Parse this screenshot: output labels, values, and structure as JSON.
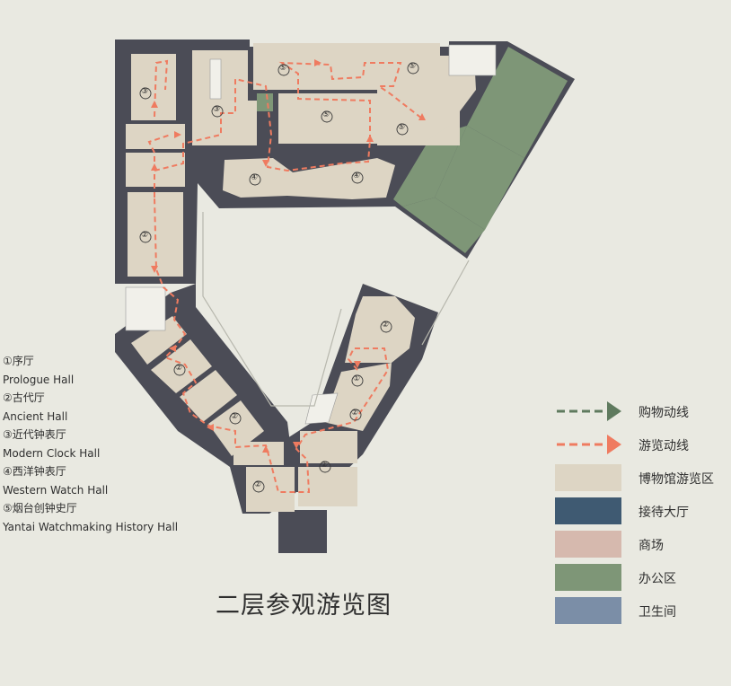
{
  "title": "二层参观游览图",
  "halls": [
    {
      "num": "①",
      "name_cn": "①序厅",
      "name_en": "Prologue Hall"
    },
    {
      "num": "②",
      "name_cn": "②古代厅",
      "name_en": "Ancient Hall"
    },
    {
      "num": "③",
      "name_cn": "③近代钟表厅",
      "name_en": "Modern Clock Hall"
    },
    {
      "num": "④",
      "name_cn": "④西洋钟表厅",
      "name_en": "Western Watch Hall"
    },
    {
      "num": "⑤",
      "name_cn": "⑤烟台创钟史厅",
      "name_en": "Yantai Watchmaking History Hall"
    }
  ],
  "legend": [
    {
      "label": "购物动线",
      "kind": "arrow",
      "color": "#5f7a5e"
    },
    {
      "label": "游览动线",
      "kind": "arrow",
      "color": "#ef7b60"
    },
    {
      "label": "博物馆游览区",
      "kind": "swatch",
      "color": "#ddd5c4"
    },
    {
      "label": "接待大厅",
      "kind": "swatch",
      "color": "#3f5a72"
    },
    {
      "label": "商场",
      "kind": "swatch",
      "color": "#d6b9ae"
    },
    {
      "label": "办公区",
      "kind": "swatch",
      "color": "#7e9677"
    },
    {
      "label": "卫生间",
      "kind": "swatch",
      "color": "#7b8ea7"
    }
  ],
  "colors": {
    "wall": "#4b4c56",
    "museum": "#ddd5c4",
    "office": "#7e9677",
    "route": "#ef7b60",
    "background": "#e9e9e1"
  }
}
